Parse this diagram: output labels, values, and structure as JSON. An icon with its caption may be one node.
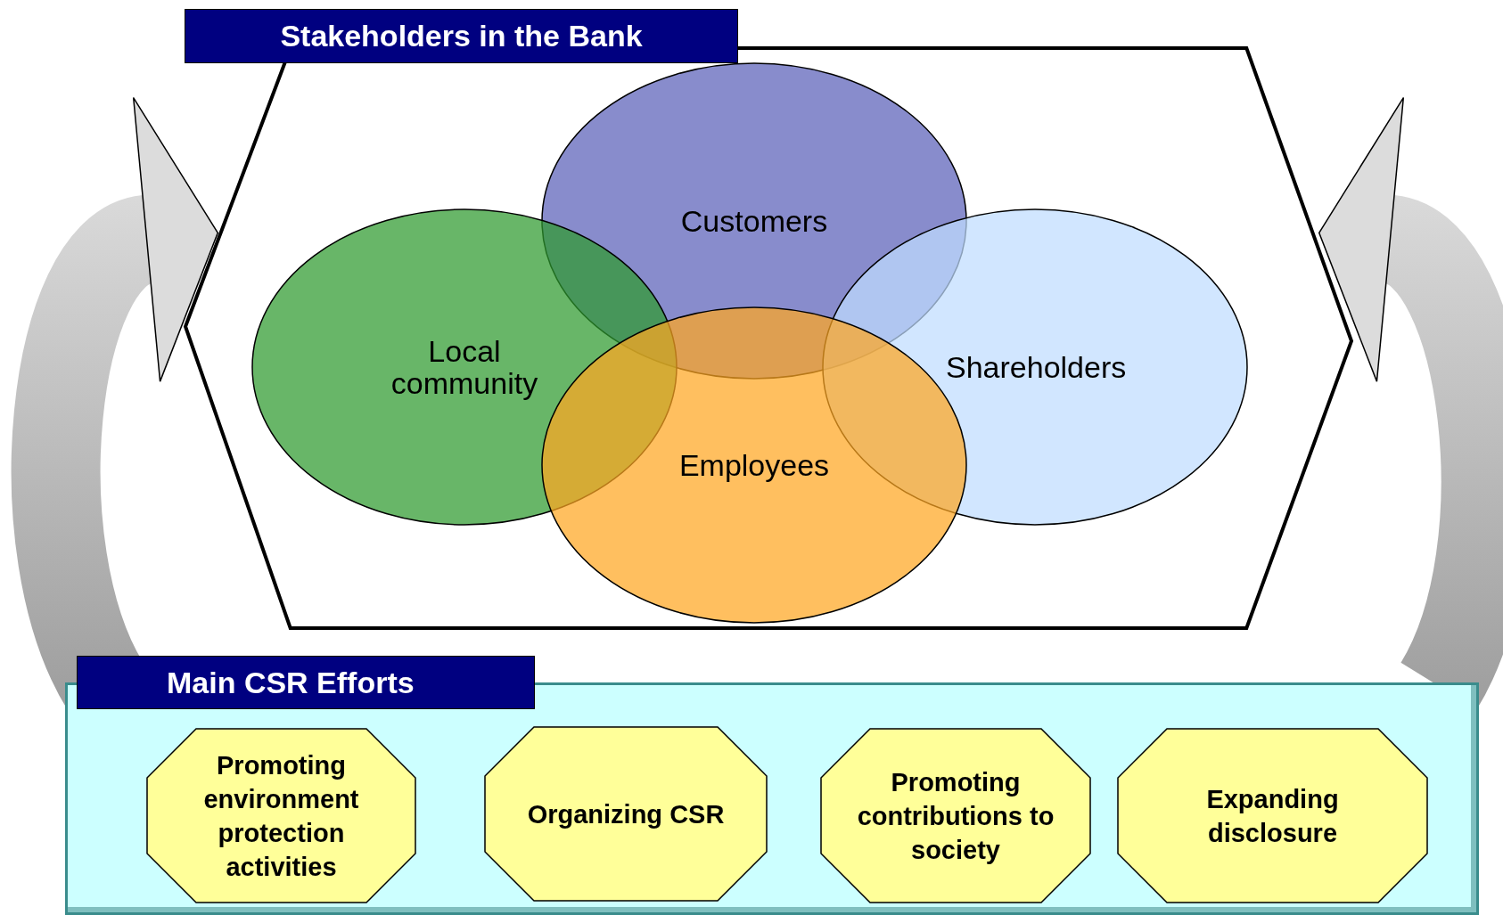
{
  "diagram": {
    "nodes": [
      {
        "text": [
          "Stakeholders in the Bank"
        ]
      },
      {
        "text": [
          "Customers"
        ],
        "in": 0
      },
      {
        "text": [
          "Local community"
        ],
        "in": 0
      },
      {
        "text": [
          "Shareholders"
        ],
        "in": 0
      },
      {
        "text": [
          "Employees"
        ],
        "in": 0
      },
      {
        "text": [
          "Main CSR Efforts"
        ]
      },
      {
        "text": [
          "Promoting environment protection activities"
        ],
        "in": 5
      },
      {
        "text": [
          "Organizing CSR"
        ],
        "in": 5
      },
      {
        "text": [
          "Promoting contributions to society"
        ],
        "in": 5
      },
      {
        "text": [
          "Expanding disclosure"
        ],
        "in": 5
      }
    ],
    "edges": [
      {
        "from": 5,
        "to": 0,
        "arrow": "to"
      },
      {
        "from": 5,
        "to": 0,
        "arrow": "to"
      }
    ]
  }
}
